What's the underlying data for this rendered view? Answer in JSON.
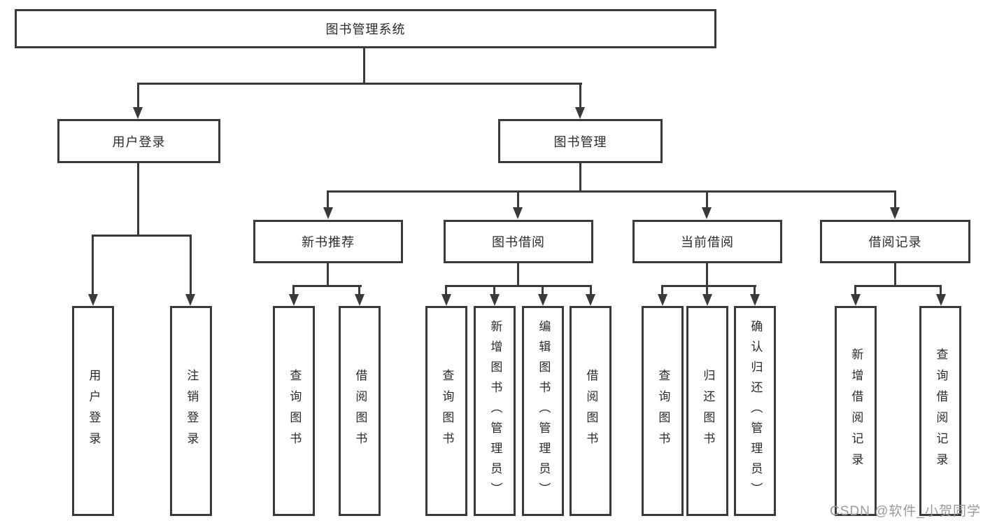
{
  "diagram": {
    "root": {
      "label": "图书管理系统"
    },
    "level2": {
      "user_login": "用户登录",
      "book_management": "图书管理"
    },
    "level3": {
      "new_book_recommend": "新书推荐",
      "book_borrow": "图书借阅",
      "current_borrow": "当前借阅",
      "borrow_records": "借阅记录"
    },
    "leaves": {
      "user_login": "用户登录",
      "logout_login": "注销登录",
      "query_book_1": "查询图书",
      "borrow_book_1": "借阅图书",
      "query_book_2": "查询图书",
      "add_book_admin": "新增图书（管理员）",
      "edit_book_admin": "编辑图书（管理员）",
      "borrow_book_2": "借阅图书",
      "query_book_3": "查询图书",
      "return_book": "归还图书",
      "confirm_return_admin": "确认归还（管理员）",
      "add_borrow_record": "新增借阅记录",
      "query_borrow_record": "查询借阅记录"
    }
  },
  "watermark": {
    "text": "CSDN @软件_小贺同学"
  },
  "colors": {
    "line": "#3a3a3a",
    "text": "#2b2b2b",
    "watermark": "#9b9b9b",
    "background": "#ffffff"
  }
}
